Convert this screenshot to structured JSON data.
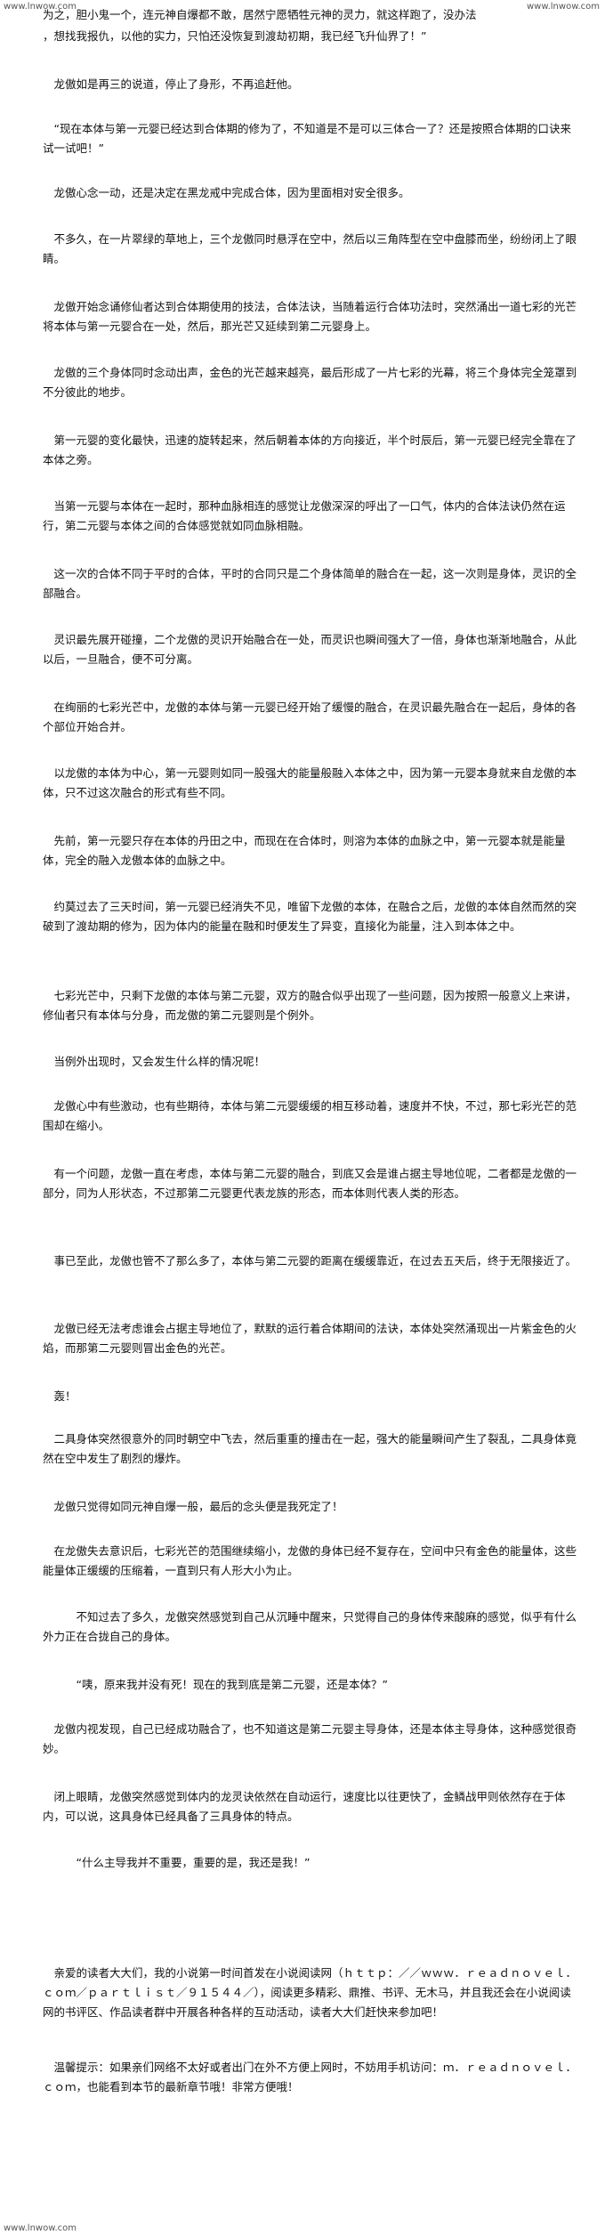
{
  "watermark": {
    "top_left": "www.lnwow.com",
    "top_right": "www.lnwow.com",
    "bottom_left": "www.lnwow.com"
  },
  "paragraphs": [
    "为之，胆小鬼一个，连元神自爆都不敢，居然宁愿牺牲元神的灵力，就这样跑了，没办法",
    "，想找我报仇，以他的实力，只怕还没恢复到渡劫初期，我已经飞升仙界了！”",
    "龙傲如是再三的说道，停止了身形，不再追赶他。",
    "“现在本体与第一元婴已经达到合体期的修为了，不知道是不是可以三体合一了？还是按照合体期的口诀来试一试吧！”",
    "龙傲心念一动，还是决定在黑龙戒中完成合体，因为里面相对安全很多。",
    "不多久，在一片翠绿的草地上，三个龙傲同时悬浮在空中，然后以三角阵型在空中盘膝而坐，纷纷闭上了眼睛。",
    "龙傲开始念诵修仙者达到合体期使用的技法，合体法诀，当随着运行合体功法时，突然涌出一道七彩的光芒将本体与第一元婴合在一处，然后，那光芒又延续到第二元婴身上。",
    "龙傲的三个身体同时念动出声，金色的光芒越来越亮，最后形成了一片七彩的光幕，将三个身体完全笼罩到不分彼此的地步。",
    "第一元婴的变化最快，迅速的旋转起来，然后朝着本体的方向接近，半个时辰后，第一元婴已经完全靠在了本体之旁。",
    "当第一元婴与本体在一起时，那种血脉相连的感觉让龙傲深深的呼出了一口气，体内的合体法诀仍然在运行，第二元婴与本体之间的合体感觉就如同血脉相融。",
    "这一次的合体不同于平时的合体，平时的合同只是二个身体简单的融合在一起，这一次则是身体，灵识的全部融合。",
    "灵识最先展开碰撞，二个龙傲的灵识开始融合在一处，而灵识也瞬间强大了一倍，身体也渐渐地融合，从此以后，一旦融合，便不可分离。",
    "在绚丽的七彩光芒中，龙傲的本体与第一元婴已经开始了缓慢的融合，在灵识最先融合在一起后，身体的各个部位开始合并。",
    "以龙傲的本体为中心，第一元婴则如同一股强大的能量般融入本体之中，因为第一元婴本身就来自龙傲的本体，只不过这次融合的形式有些不同。",
    "先前，第一元婴只存在本体的丹田之中，而现在在合体时，则溶为本体的血脉之中，第一元婴本就是能量体，完全的融入龙傲本体的血脉之中。",
    "约莫过去了三天时间，第一元婴已经消失不见，唯留下龙傲的本体，在融合之后，龙傲的本体自然而然的突破到了渡劫期的修为，因为体内的能量在融和时便发生了异变，直接化为能量，注入到本体之中。",
    "七彩光芒中，只剩下龙傲的本体与第二元婴，双方的融合似乎出现了一些问题，因为按照一般意义上来讲，修仙者只有本体与分身，而龙傲的第二元婴则是个例外。",
    "当例外出现时，又会发生什么样的情况呢！",
    "龙傲心中有些激动，也有些期待，本体与第二元婴缓缓的相互移动着，速度并不快，不过，那七彩光芒的范围却在缩小。",
    "有一个问题，龙傲一直在考虑，本体与第二元婴的融合，到底又会是谁占据主导地位呢，二者都是龙傲的一部分，同为人形状态，不过那第二元婴更代表龙族的形态，而本体则代表人类的形态。",
    "事已至此，龙傲也管不了那么多了，本体与第二元婴的距离在缓缓靠近，在过去五天后，终于无限接近了。",
    "龙傲已经无法考虑谁会占据主导地位了，默默的运行着合体期间的法诀，本体处突然涌现出一片紫金色的火焰，而那第二元婴则冒出金色的光芒。",
    "轰！",
    "二具身体突然很意外的同时朝空中飞去，然后重重的撞击在一起，强大的能量瞬间产生了裂乱，二具身体竟然在空中发生了剧烈的爆炸。",
    "龙傲只觉得如同元神自爆一般，最后的念头便是我死定了！",
    "在龙傲失去意识后，七彩光芒的范围继续缩小，龙傲的身体已经不复存在，空间中只有金色的能量体，这些能量体正缓缓的压缩着，一直到只有人形大小为止。",
    "不知过去了多久，龙傲突然感觉到自己从沉睡中醒来，只觉得自己的身体传来酸麻的感觉，似乎有什么外力正在合拢自己的身体。",
    "“咦，原来我并没有死！现在的我到底是第二元婴，还是本体？”",
    "龙傲内视发现，自己已经成功融合了，也不知道这是第二元婴主导身体，还是本体主导身体，这种感觉很奇妙。",
    "闭上眼睛，龙傲突然感觉到体内的龙灵诀依然在自动运行，速度比以往更快了，金鳞战甲则依然存在于体内，可以说，这具身体已经具备了三具身体的特点。",
    "“什么主导我并不重要，重要的是，我还是我！”",
    "亲爱的读者大大们，我的小说第一时间首发在小说阅读网（ｈｔｔｐ：／／ｗｗｗ．ｒｅａｄｎｏｖｅｌ．ｃｏｍ／ｐａｒｔｌｉｓｔ／９１５４４／），阅读更多精彩、鼎推、书评、无木马，并且我还会在小说阅读网的书评区、作品读者群中开展各种各样的互动活动，读者大大们赶快来参加吧！",
    "温馨提示：如果亲们网络不太好或者出门在外不方便上网时，不妨用手机访问：ｍ．ｒｅａｄｎｏｖｅｌ．ｃｏｍ，也能看到本节的最新章节哦！非常方便哦！"
  ]
}
